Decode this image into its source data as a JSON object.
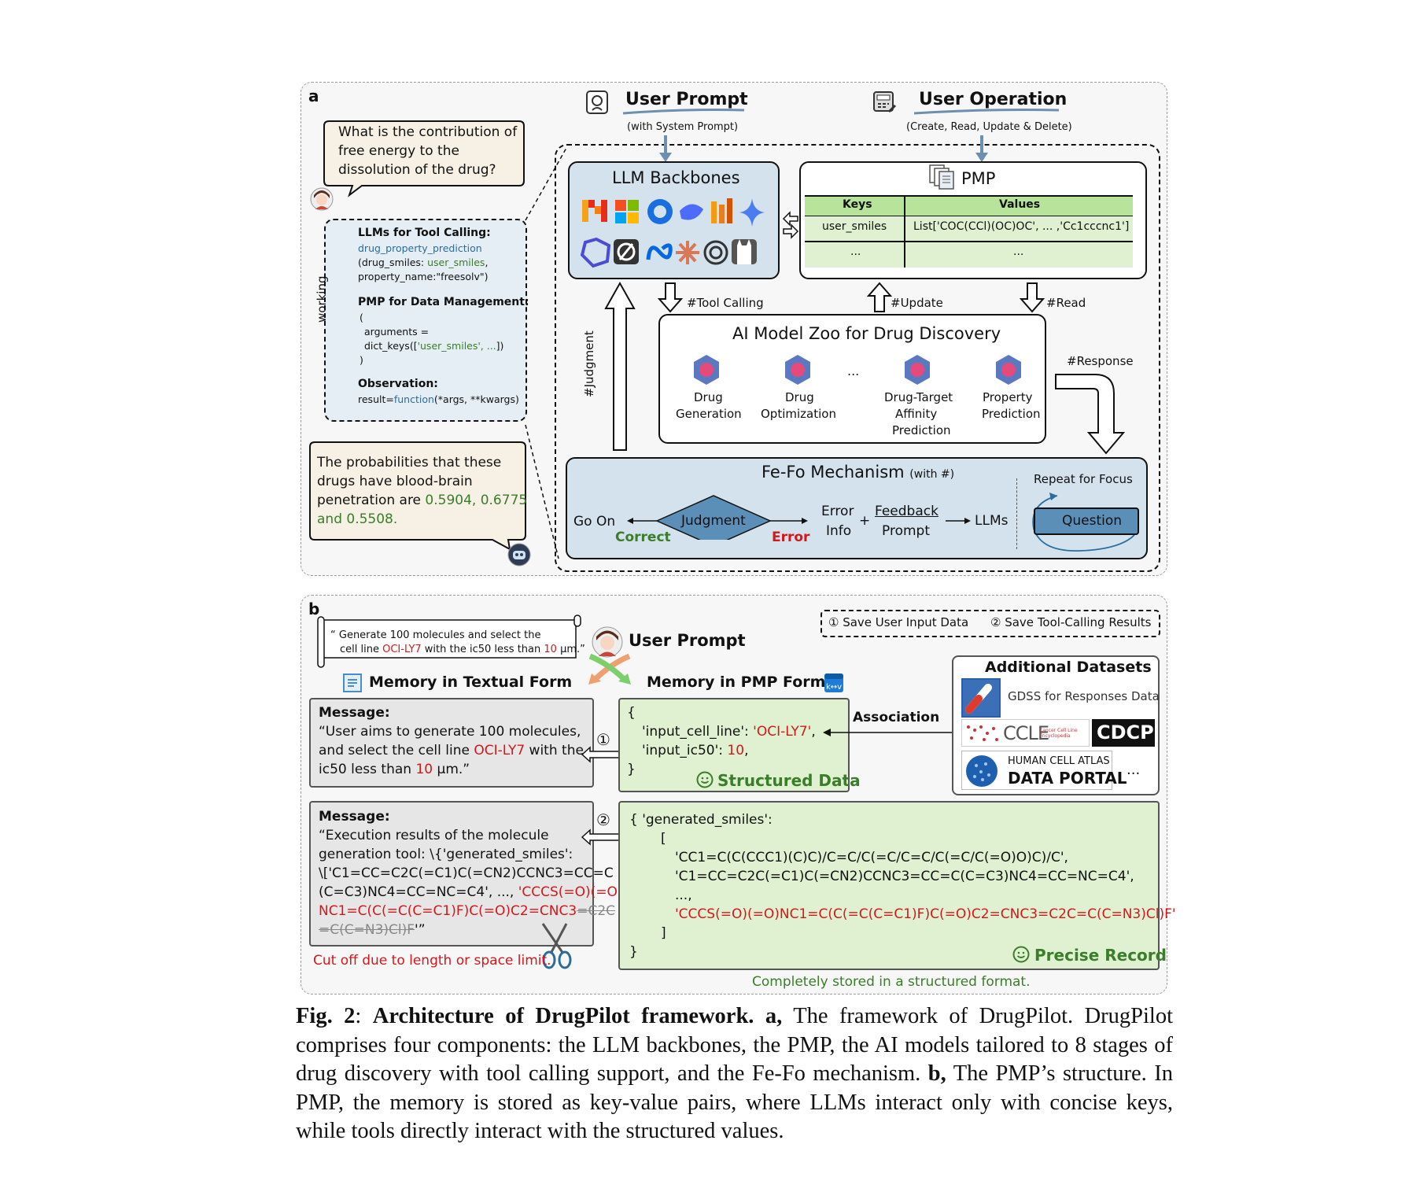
{
  "panel_a": {
    "label": "a",
    "user_prompt": {
      "title": "User Prompt",
      "sub": "(with System Prompt)"
    },
    "user_operation": {
      "title": "User Operation",
      "sub": "(Create, Read, Update & Delete)"
    },
    "question_bubble": [
      "What is the contribution of",
      "free energy to the",
      "dissolution of the drug?"
    ],
    "working_label": "working...",
    "llm_tool_calling": {
      "title": "LLMs for Tool Calling:",
      "func": "drug_property_prediction",
      "arg1_pre": "(drug_smiles: ",
      "arg1_val": "user_smiles",
      "arg1_post": ",",
      "arg2": "property_name:\"freesolv\")"
    },
    "pmp_data_mgmt": {
      "title": "PMP for Data Management:",
      "open": "(",
      "line1": "arguments =",
      "line2_pre": "dict_keys([",
      "line2_val": "'user_smiles', ...",
      "line2_post": "])",
      "close": ")"
    },
    "observation": {
      "title": "Observation:",
      "pre": "result=",
      "func": "function",
      "post": "(*args, **kwargs)"
    },
    "answer_bubble": {
      "l1": "The probabilities that these",
      "l2": "drugs have blood-brain",
      "l3_pre": "penetration are ",
      "l3_val": "0.5904, 0.6775",
      "l4": "and 0.5508."
    },
    "llm_backbones": {
      "title": "LLM Backbones"
    },
    "pmp": {
      "title": "PMP",
      "headers": [
        "Keys",
        "Values"
      ],
      "rows": [
        [
          "user_smiles",
          "List['COC(CCl)(OC)OC', ... ,'Cc1cccnc1']"
        ],
        [
          "...",
          "..."
        ]
      ]
    },
    "arrows": {
      "tool_calling": "#Tool Calling",
      "update": "#Update",
      "read": "#Read",
      "response": "#Response",
      "judgment": "#Judgment"
    },
    "model_zoo": {
      "title": "AI Model Zoo for Drug Discovery",
      "ellipsis": "...",
      "models": [
        {
          "lines": [
            "Drug",
            "Generation"
          ]
        },
        {
          "lines": [
            "Drug",
            "Optimization"
          ]
        },
        {
          "lines": [
            "Drug-Target",
            "Affinity",
            "Prediction"
          ]
        },
        {
          "lines": [
            "Property",
            "Prediction"
          ]
        }
      ]
    },
    "fefo": {
      "title": "Fe-Fo Mechanism",
      "title_suffix": "(with #)",
      "go_on": "Go On",
      "judgment": "Judgment",
      "correct": "Correct",
      "error": "Error",
      "error_info": [
        "Error",
        "Info"
      ],
      "plus": "+",
      "feedback_prompt": [
        "Feedback",
        "Prompt"
      ],
      "llms": "LLMs",
      "repeat": "Repeat for Focus",
      "question": "Question"
    }
  },
  "panel_b": {
    "label": "b",
    "scroll_text": {
      "l1": "“ Generate 100 molecules and select the",
      "l2_pre": "cell line ",
      "l2_red1": "OCI-LY7",
      "l2_mid": " with the ic50 less than ",
      "l2_red2": "10",
      "l2_post": " μm.”"
    },
    "user_prompt": "User Prompt",
    "legend": {
      "item1": "① Save User Input Data",
      "item2_pre": "② Save ",
      "item2_post": "Tool-Calling Results"
    },
    "memory_textual": "Memory in Textual Form",
    "memory_pmp": "Memory in PMP Form",
    "message1": {
      "title": "Message:",
      "l1": "“User aims to generate 100 molecules,",
      "l2_pre": "and select the cell line ",
      "l2_red": "OCI-LY7",
      "l2_post": " with the",
      "l3_pre": "ic50 less than ",
      "l3_red": "10",
      "l3_post": " μm.”"
    },
    "structured": {
      "open": "{",
      "l1_pre": "'input_cell_line': ",
      "l1_red": "'OCI-LY7'",
      "l1_post": ",",
      "l2_pre": "'input_ic50': ",
      "l2_red": "10",
      "l2_post": ",",
      "close": "}",
      "badge": "Structured Data"
    },
    "association": "Association",
    "datasets": {
      "title": "Additional Datasets",
      "gdss": "GDSS for Responses Data",
      "ccle": "CCLE",
      "ccle_sub": "Cancer Cell Line Encyclopedia",
      "cdcp": "CDCP",
      "hca1": "HUMAN CELL ATLAS",
      "hca2": "DATA PORTAL",
      "more": "..."
    },
    "step1": "①",
    "step2": "②",
    "message2": {
      "title": "Message:",
      "l1": "“Execution results of the molecule",
      "l2": "generation tool: \\{'generated_smiles':",
      "l3": "\\['C1=CC=C2C(=C1)C(=CN2)CCNC3=CC=C",
      "l4_pre": "(C=C3)NC4=CC=NC=C4', ..., ",
      "l4_red": "'CCCS(=O)(=O)",
      "l5_red": "NC1=C(C(=C(C=C1)F)C(=O)C2=CNC3",
      "l5_strike": "=C2C",
      "l6_strike": "=C(C=N3)Cl)F",
      "l6_post": "'”"
    },
    "cutoff": "Cut off due to length or space limit.",
    "precise": {
      "open": "{  'generated_smiles':",
      "bracket_open": "[",
      "s1": "'CC1=C(C(CCC1)(C)C)/C=C/C(=C/C=C/C(=C/C(=O)O)C)/C',",
      "s2": "'C1=CC=C2C(=C1)C(=CN2)CCNC3=CC=C(C=C3)NC4=CC=NC=C4',",
      "s3": "...,",
      "s4": "'CCCS(=O)(=O)NC1=C(C(=C(C=C1)F)C(=O)C2=CNC3=C2C=C(C=N3)Cl)F'",
      "bracket_close": "]",
      "close": "}",
      "badge": "Precise Record"
    },
    "stored_note": "Completely stored in a structured format."
  },
  "caption": {
    "fig": "Fig. 2",
    "colon": ": ",
    "title": "Architecture of DrugPilot framework.",
    "a_label": " a,",
    "a_text": " The framework of DrugPilot. DrugPilot comprises four components: the LLM backbones, the PMP, the AI models tailored to 8 stages of drug discovery with tool calling support, and the Fe-Fo mechanism.",
    "b_label": " b,",
    "b_text": " The PMP’s structure. In PMP, the memory is stored as key-value pairs, where LLMs interact only with concise keys, while tools directly interact with the structured values."
  },
  "colors": {
    "panel_blue": "#d3e2ec",
    "pmp_green": "#dff1d0",
    "table_green": "#b7e39b",
    "dark_green": "#3a7d2a",
    "red": "#d4171a",
    "code_blue": "#2b6c9c"
  },
  "icons": [
    "user-prompt-icon",
    "user-operation-icon",
    "user-avatar-icon",
    "robot-avatar-icon",
    "pmp-icon",
    "molecule-icon",
    "scroll-icon",
    "memory-text-icon",
    "kv-icon",
    "smiley-icon",
    "scissors-icon",
    "llm-logo-icons"
  ]
}
